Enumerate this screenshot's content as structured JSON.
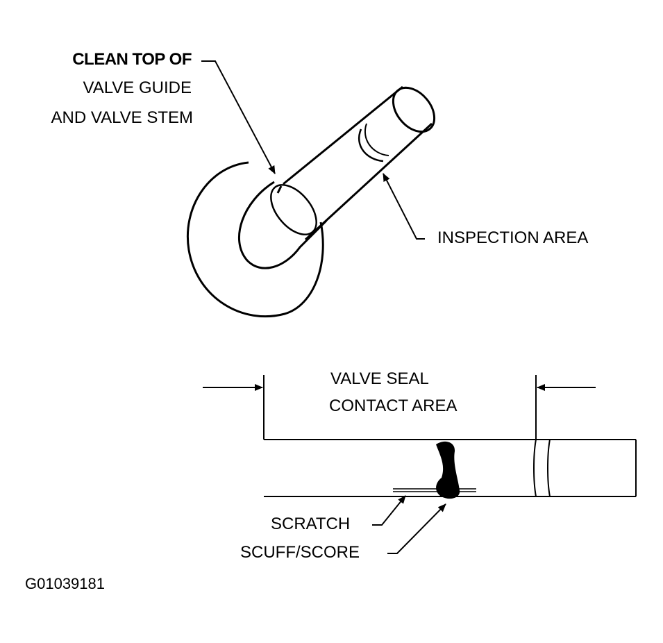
{
  "callouts": {
    "clean_line1": "CLEAN TOP OF",
    "clean_line2": "VALVE GUIDE",
    "clean_line3": "AND VALVE STEM",
    "inspection": "INSPECTION AREA",
    "seal_line1": "VALVE SEAL",
    "seal_line2": "CONTACT AREA",
    "scratch": "SCRATCH",
    "scuff": "SCUFF/SCORE"
  },
  "figure_id": "G01039181"
}
